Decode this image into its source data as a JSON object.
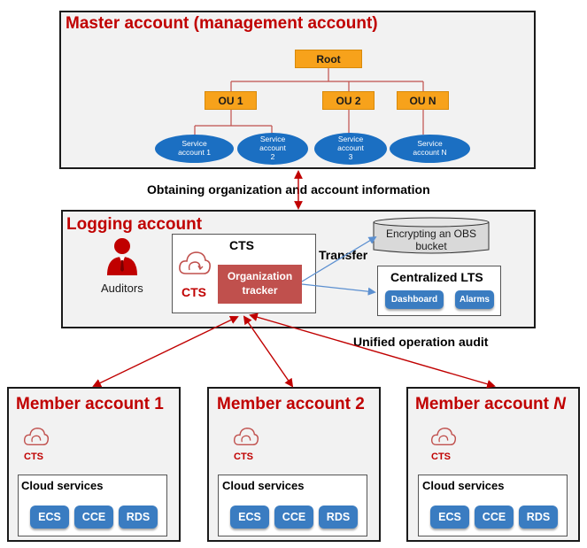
{
  "master": {
    "title": "Master account (management account)",
    "root": "Root",
    "ous": [
      "OU 1",
      "OU 2",
      "OU N"
    ],
    "service_accounts": [
      {
        "line1": "Service",
        "line2": "account 1"
      },
      {
        "line1": "Service",
        "line2": "account",
        "line3": "2"
      },
      {
        "line1": "Service",
        "line2": "account",
        "line3": "3"
      },
      {
        "line1": "Service",
        "line2": "account N"
      }
    ]
  },
  "link_master_logging": "Obtaining organization and account information",
  "logging": {
    "title": "Logging account",
    "auditors": "Auditors",
    "cts_box_title": "CTS",
    "cts_icon_label": "CTS",
    "tracker_line1": "Organization",
    "tracker_line2": "tracker",
    "transfer": "Transfer",
    "obs_line1": "Encrypting an OBS",
    "obs_line2": "bucket",
    "lts_title": "Centralized LTS",
    "lts_dashboard": "Dashboard",
    "lts_alarms": "Alarms"
  },
  "link_logging_members": "Unified operation audit",
  "members": [
    {
      "title_prefix": "Member account ",
      "title_suffix": "1",
      "cts": "CTS",
      "cloud_services": "Cloud services",
      "services": [
        "ECS",
        "CCE",
        "RDS"
      ]
    },
    {
      "title_prefix": "Member account ",
      "title_suffix": "2",
      "cts": "CTS",
      "cloud_services": "Cloud services",
      "services": [
        "ECS",
        "CCE",
        "RDS"
      ]
    },
    {
      "title_prefix": "Member account ",
      "title_suffix": "N",
      "cts": "CTS",
      "cloud_services": "Cloud services",
      "services": [
        "ECS",
        "CCE",
        "RDS"
      ]
    }
  ],
  "colors": {
    "accent_red": "#c00000",
    "orange": "#f7a21b",
    "ellipse_blue": "#1b6fc2",
    "service_blue": "#3a7cc1",
    "tracker_red": "#c0504d",
    "panel_gray": "#f2f2f2"
  }
}
